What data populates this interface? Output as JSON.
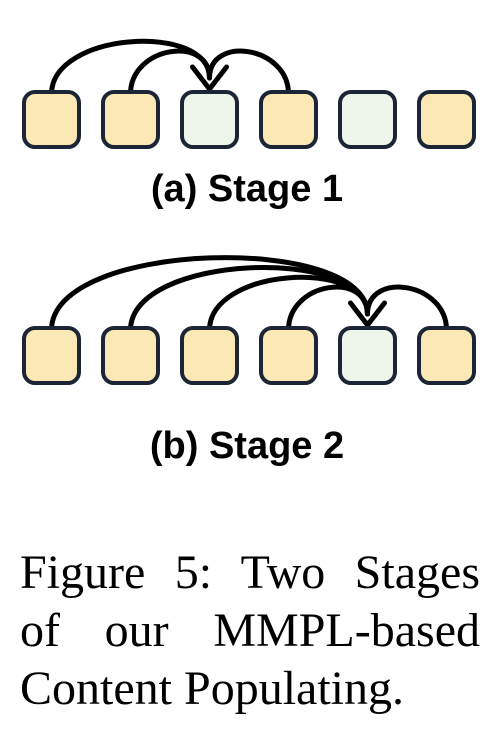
{
  "colors": {
    "context_fill": "#fbe8b5",
    "target_fill": "#eef5ea",
    "stroke": "#1c2535",
    "arrow": "#000000"
  },
  "stages": [
    {
      "label": "(a) Stage 1",
      "cells": [
        "context",
        "context",
        "target",
        "context",
        "target",
        "context"
      ],
      "arcs": [
        {
          "from": 0,
          "to": 2,
          "arrowhead": true
        },
        {
          "from": 1,
          "to": 2,
          "arrowhead": false
        },
        {
          "from": 3,
          "to": 2,
          "arrowhead": false
        }
      ]
    },
    {
      "label": "(b) Stage 2",
      "cells": [
        "context",
        "context",
        "context",
        "context",
        "target",
        "context"
      ],
      "arcs": [
        {
          "from": 0,
          "to": 4,
          "arrowhead": true
        },
        {
          "from": 1,
          "to": 4,
          "arrowhead": false
        },
        {
          "from": 2,
          "to": 4,
          "arrowhead": false
        },
        {
          "from": 3,
          "to": 4,
          "arrowhead": false
        },
        {
          "from": 5,
          "to": 4,
          "arrowhead": false
        }
      ]
    }
  ],
  "caption": {
    "line1": "Figure 5: Two Stages",
    "line2": "of our MMPL-based",
    "line3": "Content Populating."
  }
}
